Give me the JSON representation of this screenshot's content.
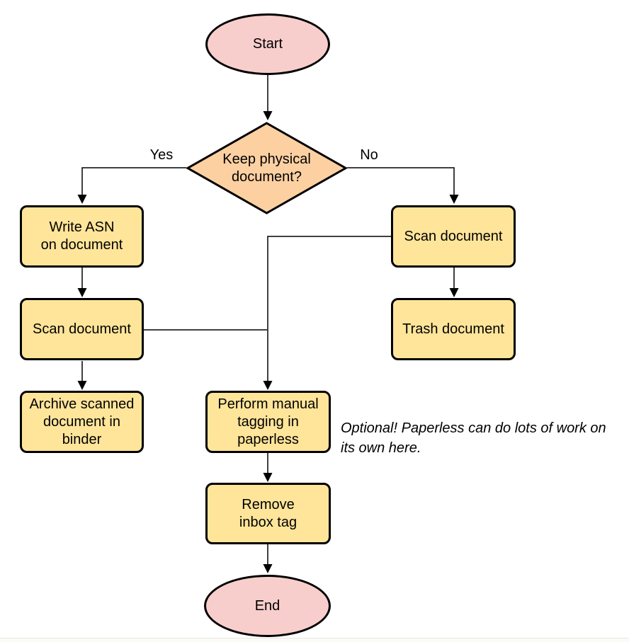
{
  "colors": {
    "canvas-bg": "#ffffff",
    "terminal-fill": "#f8cecc",
    "decision-fill": "#fdd0a2",
    "process-fill": "#ffe59a",
    "node-stroke": "#000000",
    "edge-stroke": "#000000",
    "text": "#000000"
  },
  "nodes": {
    "start": {
      "label": "Start"
    },
    "decision": {
      "label": "Keep physical\ndocument?"
    },
    "write_asn": {
      "label": "Write ASN\non document"
    },
    "scan_left": {
      "label": "Scan document"
    },
    "archive": {
      "label": "Archive scanned\ndocument in\nbinder"
    },
    "scan_right": {
      "label": "Scan document"
    },
    "trash": {
      "label": "Trash document"
    },
    "tagging": {
      "label": "Perform manual\ntagging in\npaperless"
    },
    "remove_inbox": {
      "label": "Remove\ninbox tag"
    },
    "end": {
      "label": "End"
    }
  },
  "edge_labels": {
    "yes": "Yes",
    "no": "No"
  },
  "note": {
    "text": "Optional! Paperless can do lots of work on\nits own here."
  }
}
